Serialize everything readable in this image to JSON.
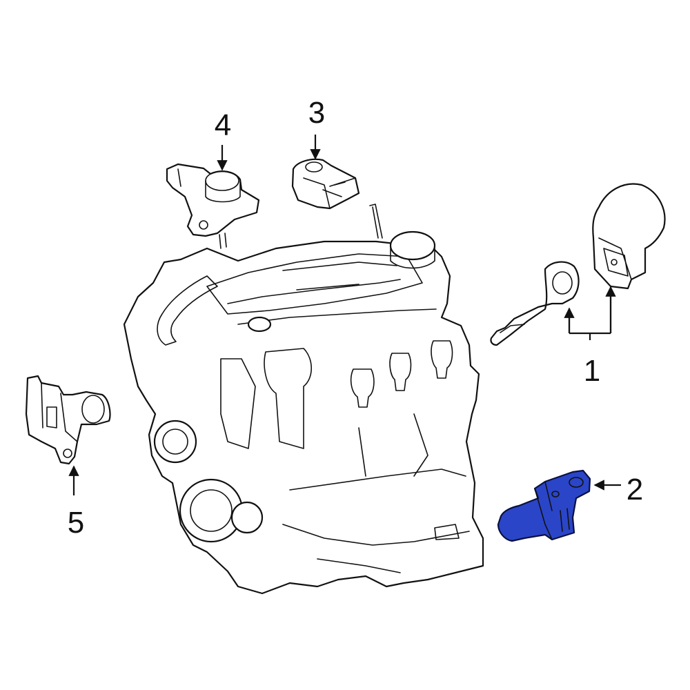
{
  "callouts": [
    {
      "id": "1",
      "label": "1"
    },
    {
      "id": "2",
      "label": "2"
    },
    {
      "id": "3",
      "label": "3"
    },
    {
      "id": "4",
      "label": "4"
    },
    {
      "id": "5",
      "label": "5"
    }
  ],
  "highlight_color": "#2a45c8",
  "highlighted_part": "2"
}
